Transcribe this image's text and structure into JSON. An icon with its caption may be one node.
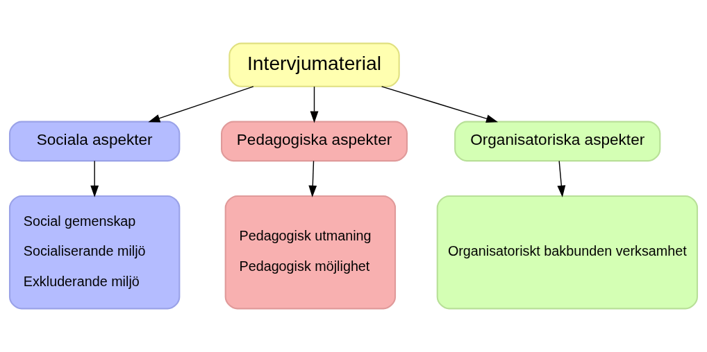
{
  "diagram": {
    "nodes": [
      {
        "text": [
          "Intervjumaterial"
        ]
      },
      {
        "text": [
          "Sociala aspekter"
        ]
      },
      {
        "text": [
          "Pedagogiska aspekter"
        ]
      },
      {
        "text": [
          "Organisatoriska aspekter"
        ]
      },
      {
        "text": [
          "Social gemenskap",
          "Socialiserande miljö",
          "Exkluderande miljö"
        ]
      },
      {
        "text": [
          "Pedagogisk utmaning",
          "Pedagogisk möjlighet"
        ]
      },
      {
        "text": [
          "Organisatoriskt bakbunden verksamhet"
        ]
      }
    ],
    "edges": [
      {
        "from": 0,
        "to": 1,
        "arrow": "to"
      },
      {
        "from": 0,
        "to": 2,
        "arrow": "to"
      },
      {
        "from": 0,
        "to": 3,
        "arrow": "to"
      },
      {
        "from": 1,
        "to": 4,
        "arrow": "to"
      },
      {
        "from": 2,
        "to": 5,
        "arrow": "to"
      },
      {
        "from": 3,
        "to": 6,
        "arrow": "to"
      }
    ]
  }
}
